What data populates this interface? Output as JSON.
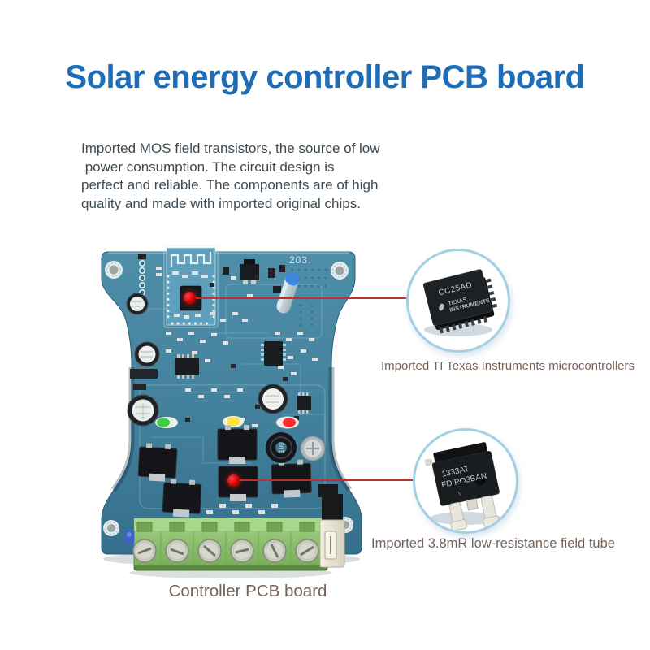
{
  "title": "Solar energy controller PCB board",
  "intro": {
    "lines": [
      "Imported MOS field transistors, the source of low",
      " power consumption. The circuit design is",
      "perfect and reliable. The components are of high",
      "quality and made with imported original chips."
    ]
  },
  "board": {
    "caption": "Controller PCB board",
    "marking": "203.",
    "inductor_marking": "100"
  },
  "callouts": {
    "microcontroller": {
      "chip_name": "CC25AD",
      "brand_line1": "TEXAS",
      "brand_line2": "INSTRUMENTS",
      "label": "Imported TI Texas Instruments microcontrollers"
    },
    "field_tube": {
      "chip_line1": "1333AT",
      "chip_line2": "FD PO3BAN",
      "label": "Imported 3.8mR low-resistance field tube"
    }
  },
  "colors": {
    "accent_blue": "#1e6db6",
    "body_text": "#3d4a53",
    "label_text": "#75635a",
    "annotation_red": "#c03028",
    "callout_ring": "#a2d0e2",
    "pcb_teal": "#44819c",
    "terminal_green": "#8cc06c"
  }
}
